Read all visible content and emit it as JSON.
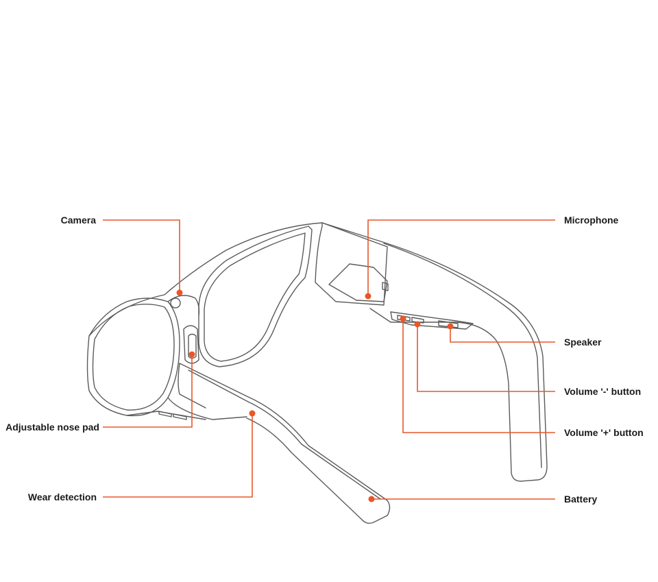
{
  "colors": {
    "accent": "#e8572a",
    "outline": "#5a5a5a",
    "label_text": "#1a1a1a",
    "background": "#ffffff"
  },
  "callouts": {
    "camera": "Camera",
    "microphone": "Microphone",
    "speaker": "Speaker",
    "volume_minus": "Volume '-' button",
    "volume_plus": "Volume '+' button",
    "nose_pad": "Adjustable nose pad",
    "wear_detection": "Wear detection",
    "battery": "Battery"
  }
}
